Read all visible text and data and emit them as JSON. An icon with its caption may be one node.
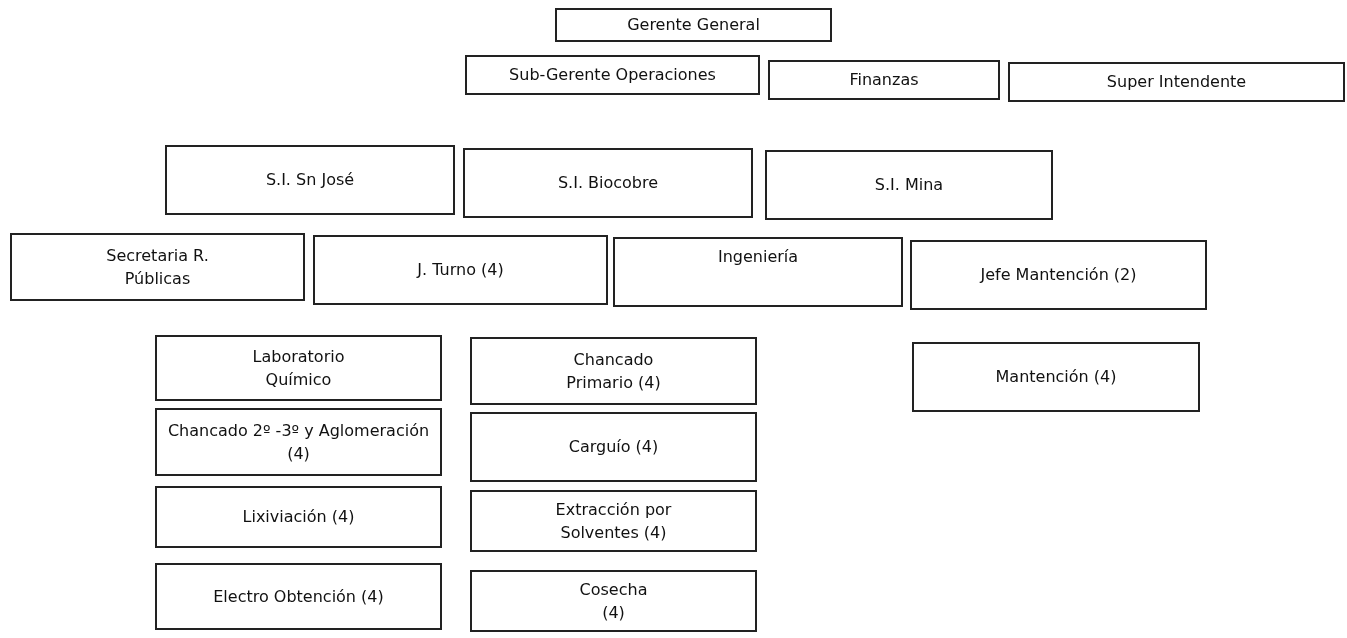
{
  "diagram": {
    "nodes": [
      {
        "text": [
          "Gerente General"
        ]
      },
      {
        "text": [
          "Sub-Gerente Operaciones"
        ]
      },
      {
        "text": [
          "Finanzas"
        ]
      },
      {
        "text": [
          "Super Intendente"
        ]
      },
      {
        "text": [
          "S.I. Sn José"
        ]
      },
      {
        "text": [
          "S.I. Biocobre"
        ]
      },
      {
        "text": [
          "S.I. Mina"
        ]
      },
      {
        "text": [
          "Secretaria R. Públicas"
        ]
      },
      {
        "text": [
          "J. Turno (4)"
        ]
      },
      {
        "text": [
          "Ingeniería"
        ]
      },
      {
        "text": [
          "Jefe Mantención (2)"
        ]
      },
      {
        "text": [
          "Laboratorio Químico"
        ]
      },
      {
        "text": [
          "Chancado Primario (4)"
        ]
      },
      {
        "text": [
          "Mantención (4)"
        ]
      },
      {
        "text": [
          "Chancado 2º -3º y Aglomeración (4)"
        ]
      },
      {
        "text": [
          "Carguío (4)"
        ]
      },
      {
        "text": [
          "Lixiviación (4)"
        ]
      },
      {
        "text": [
          "Extracción por Solventes (4)"
        ]
      },
      {
        "text": [
          "Electro Obtención (4)"
        ]
      },
      {
        "text": [
          "Cosecha (4)"
        ]
      }
    ],
    "edges": []
  }
}
